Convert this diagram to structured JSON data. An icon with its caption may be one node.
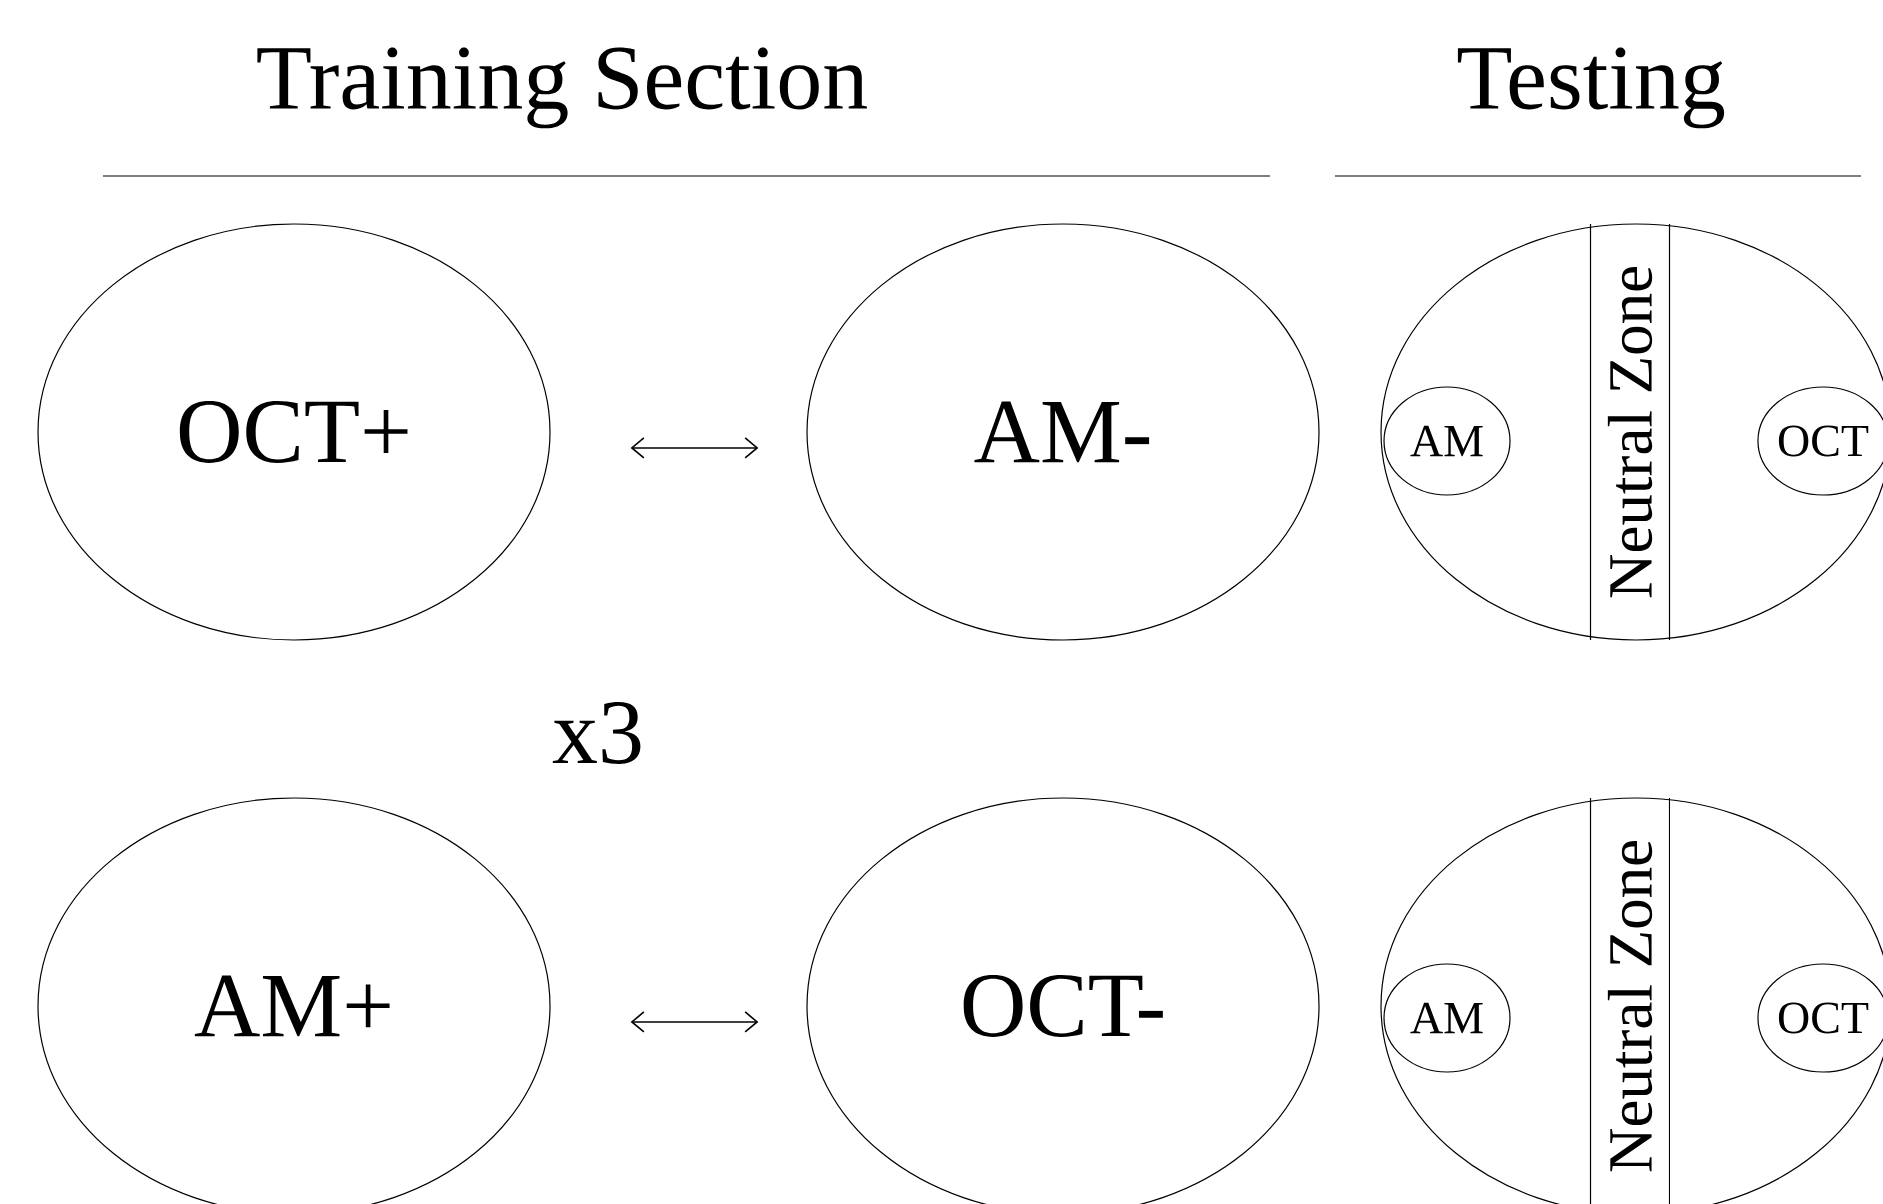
{
  "diagram": {
    "nodes": [
      {
        "text": [
          "OCT+"
        ]
      },
      {
        "text": [
          "AM-"
        ]
      },
      {
        "text": [],
        "shape": "circle"
      },
      {
        "text": [
          "Neutral Zone"
        ],
        "in": 2
      },
      {
        "text": [
          "AM"
        ],
        "in": 2
      },
      {
        "text": [
          "OCT"
        ],
        "in": 2
      },
      {
        "text": [
          "AM+"
        ]
      },
      {
        "text": [
          "OCT-"
        ]
      },
      {
        "text": [],
        "shape": "circle"
      },
      {
        "text": [
          "Neutral Zone"
        ],
        "in": 8
      },
      {
        "text": [
          "AM"
        ],
        "in": 8
      },
      {
        "text": [
          "OCT"
        ],
        "in": 8
      }
    ],
    "edges": [
      {
        "from": 0,
        "to": 1,
        "arrow": "both"
      },
      {
        "from": 6,
        "to": 7,
        "arrow": "both"
      }
    ],
    "labels": [
      "Training Section",
      "Testing",
      "x3"
    ]
  }
}
